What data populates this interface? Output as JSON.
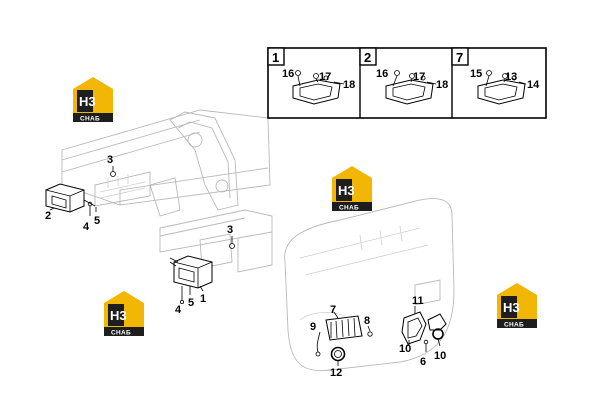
{
  "logo": {
    "mark": "H3",
    "word": "СНАБ",
    "colors": {
      "yellow": "#f2b705",
      "dark": "#1e1e1e"
    }
  },
  "detail_panels": [
    {
      "number": "1",
      "labels": [
        "16",
        "17",
        "18"
      ]
    },
    {
      "number": "2",
      "labels": [
        "16",
        "17",
        "18"
      ]
    },
    {
      "number": "7",
      "labels": [
        "15",
        "13",
        "14"
      ]
    }
  ],
  "callouts": {
    "upper_lamp": [
      "3",
      "2",
      "4",
      "5"
    ],
    "lower_lamp": [
      "3",
      "1",
      "4",
      "5"
    ],
    "rear_cover": [
      "7",
      "9",
      "8",
      "11",
      "10",
      "10",
      "6",
      "12"
    ]
  }
}
